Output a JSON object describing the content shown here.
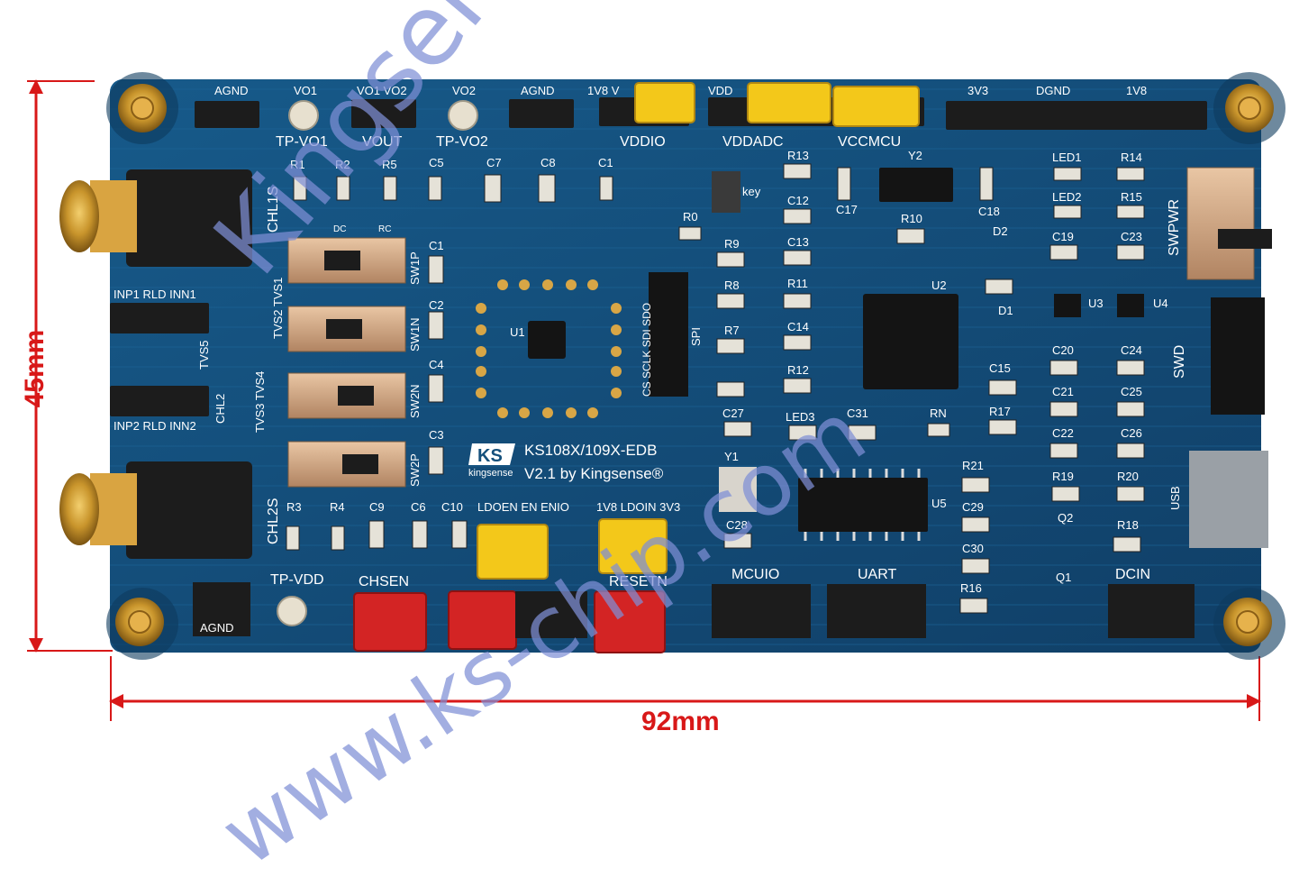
{
  "dimensions": {
    "height_label": "45mm",
    "width_label": "92mm"
  },
  "watermark": {
    "line1": "Kingsense",
    "line2": "www.ks-chip.com"
  },
  "board": {
    "title": "KS108X/109X-EDB",
    "version": "V2.1 by Kingsense®",
    "logo_text": "kingsense",
    "top_headers": [
      "AGND",
      "VO1",
      "VO1  VO2",
      "VO2",
      "AGND",
      "1V8  V",
      "VDD",
      "3V3",
      "DGND",
      "1V8"
    ],
    "top_labels": [
      "TP-VO1",
      "VOUT",
      "TP-VO2",
      "VDDIO",
      "VDDADC",
      "VCCMCU"
    ],
    "left_labels": [
      "CHL1S",
      "INP1  RLD  INN1",
      "TVS5",
      "CHL2",
      "INP2  RLD  INN2",
      "CHL2S",
      "TVS2 TVS1",
      "TVS3 TVS4"
    ],
    "switch_labels": [
      "SW1P",
      "SW1N",
      "SW2N",
      "SW2P",
      "DC",
      "RC"
    ],
    "components": [
      "R1",
      "R2",
      "R5",
      "C5",
      "C7",
      "C8",
      "C1",
      "C2",
      "C4",
      "C3",
      "R3",
      "R4",
      "C9",
      "C6",
      "C10",
      "U1",
      "R0",
      "R9",
      "R8",
      "R7",
      "R13",
      "C12",
      "C13",
      "R11",
      "C14",
      "R12",
      "C27",
      "LED3",
      "C31",
      "RN",
      "Y1",
      "C28",
      "C17",
      "Y2",
      "R10",
      "C18",
      "D2",
      "U2",
      "D1",
      "C15",
      "R17",
      "R21",
      "C29",
      "C30",
      "R16",
      "U5",
      "LED1",
      "LED2",
      "R14",
      "R15",
      "C19",
      "C23",
      "U3",
      "U4",
      "C20",
      "C24",
      "C21",
      "C25",
      "C22",
      "C26",
      "R19",
      "R20",
      "Q2",
      "R18",
      "Q1"
    ],
    "spi_labels": [
      "SDO",
      "SDI",
      "SCLK",
      "CS",
      "SPI"
    ],
    "bottom_labels": [
      "TP-VDD",
      "CHSEN",
      "LDOEN  EN  ENIO",
      "1V8  LDOIN  3V3",
      "RESETN",
      "MCUIO",
      "UART",
      "DCIN",
      "AGND"
    ],
    "right_labels": [
      "SWPWR",
      "SWD",
      "USB"
    ],
    "key_label": "key"
  },
  "colors": {
    "pcb": "#14507c",
    "silkscreen": "#ffffff",
    "dimension": "#d81818",
    "jumper_yellow": "#f3c81a",
    "jumper_red": "#d32424",
    "brass": "#c9952c",
    "watermark": "#7f8fd6"
  }
}
